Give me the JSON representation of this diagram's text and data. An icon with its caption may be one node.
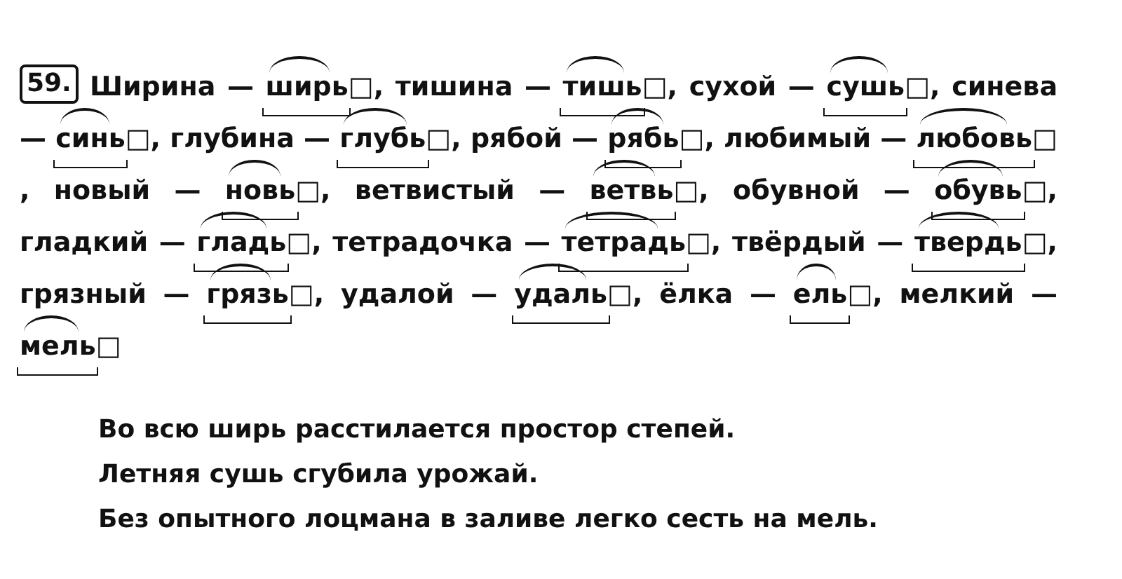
{
  "diagram": {
    "labels": [
      "59.",
      "Ширина — ширь□, тишина — тишь□, сухой — сушь□, синева — синь□, глубина — глубь□, рябой — рябь□, любимый — любовь□, новый — новь□, ветвистый — ветвь□, обувной — обувь□, гладкий — гладь□, тетрадочка — тетрадь□, твёрдый — твердь□, грязный — грязь□, удалой — удаль□, ёлка — ель□, мелкий — мель□",
      "Во всю ширь расстилается простор степей.",
      "Летняя сушь сгубила урожай.",
      "Без опытного лоцмана в заливе легко сесть на мель."
    ]
  }
}
